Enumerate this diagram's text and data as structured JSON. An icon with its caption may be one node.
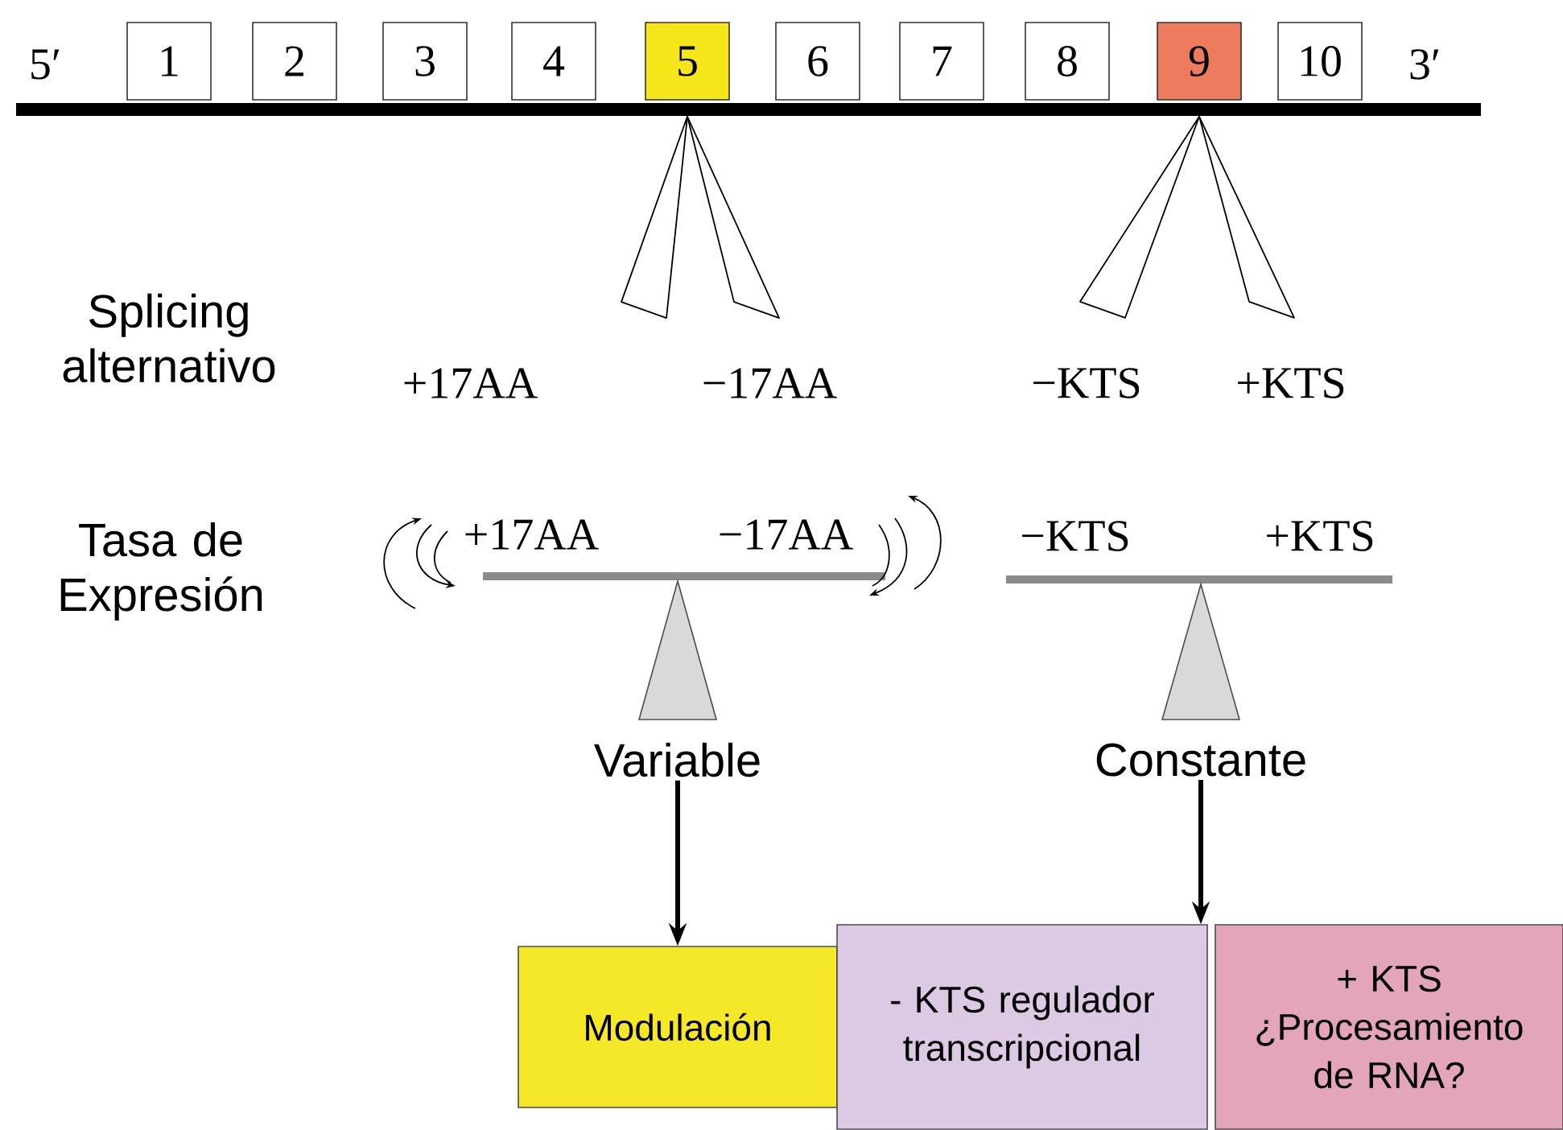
{
  "diagram": {
    "nodes": [
      {
        "text": [
          "1"
        ]
      },
      {
        "text": [
          "2"
        ]
      },
      {
        "text": [
          "3"
        ]
      },
      {
        "text": [
          "4"
        ]
      },
      {
        "text": [
          "5"
        ]
      },
      {
        "text": [
          "6"
        ]
      },
      {
        "text": [
          "7"
        ]
      },
      {
        "text": [
          "8"
        ]
      },
      {
        "text": [
          "9"
        ]
      },
      {
        "text": [
          "10"
        ]
      },
      {
        "text": [
          "+17AA"
        ]
      },
      {
        "text": [
          "−17AA"
        ]
      },
      {
        "text": [
          "−KTS"
        ]
      },
      {
        "text": [
          "+KTS"
        ]
      },
      {
        "text": [
          "Variable"
        ]
      },
      {
        "text": [
          "Constante"
        ]
      },
      {
        "text": [
          "Modulación"
        ]
      },
      {
        "text": [
          "- KTS regulador transcripcional"
        ]
      },
      {
        "text": [
          "+ KTS ¿Procesamiento de RNA?"
        ]
      }
    ],
    "edges": [
      {
        "from": 4,
        "to": 10,
        "arrow": "none"
      },
      {
        "from": 4,
        "to": 11,
        "arrow": "none"
      },
      {
        "from": 8,
        "to": 12,
        "arrow": "none"
      },
      {
        "from": 8,
        "to": 13,
        "arrow": "none"
      },
      {
        "from": 14,
        "to": 16,
        "arrow": "to"
      },
      {
        "from": 15,
        "to": 17,
        "arrow": "to"
      }
    ],
    "labels": [
      "5′",
      "3′",
      "Splicing alternativo",
      "Tasa de Expresión",
      "+17AA",
      "−17AA",
      "−KTS",
      "+KTS"
    ]
  }
}
